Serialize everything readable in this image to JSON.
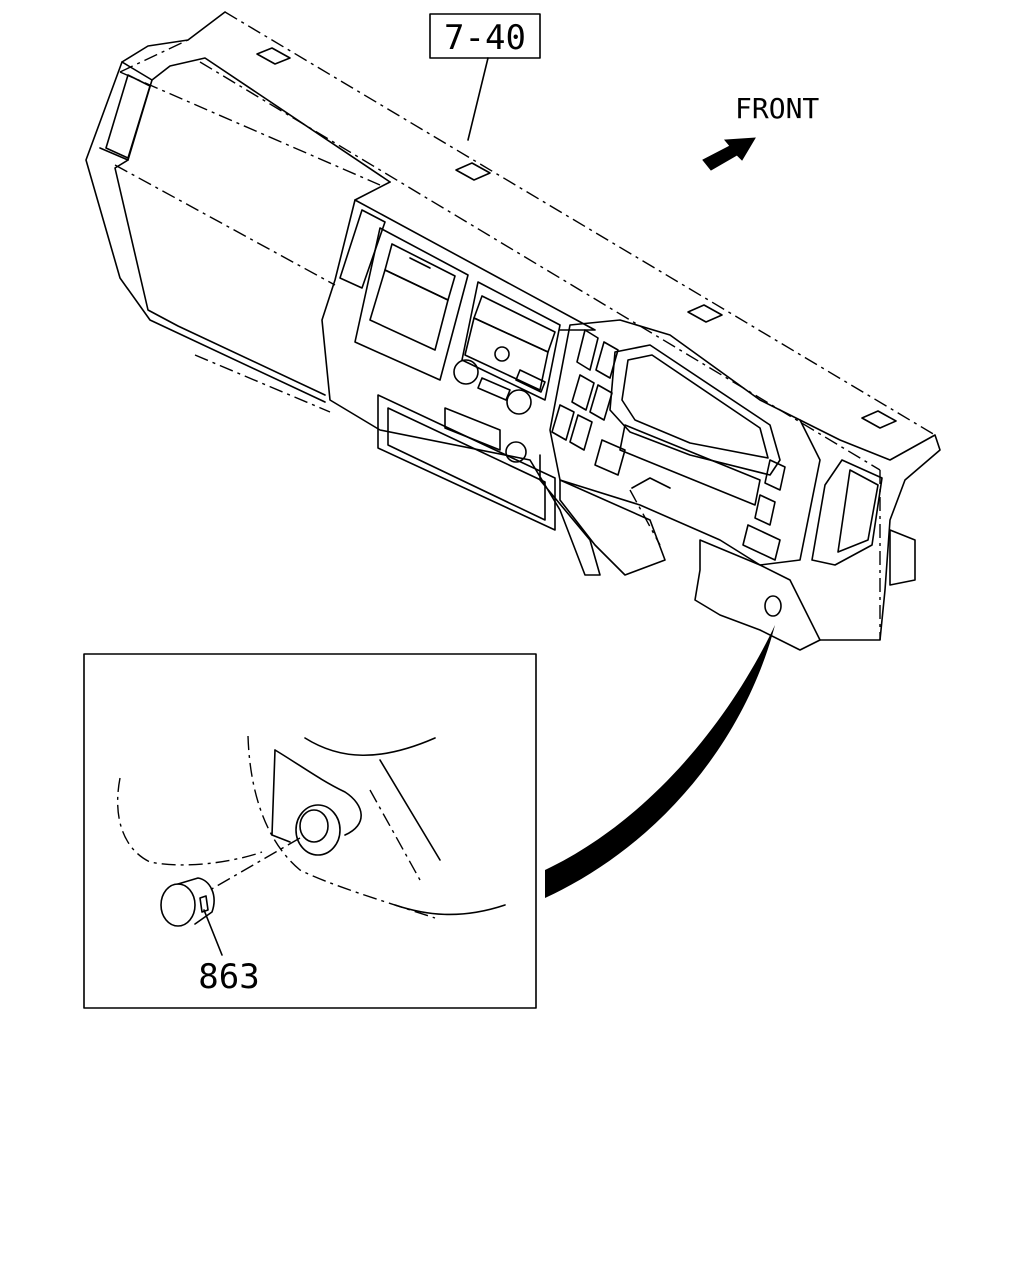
{
  "diagram": {
    "ref_label": "7-40",
    "direction_label": "FRONT",
    "part_number": "863"
  }
}
